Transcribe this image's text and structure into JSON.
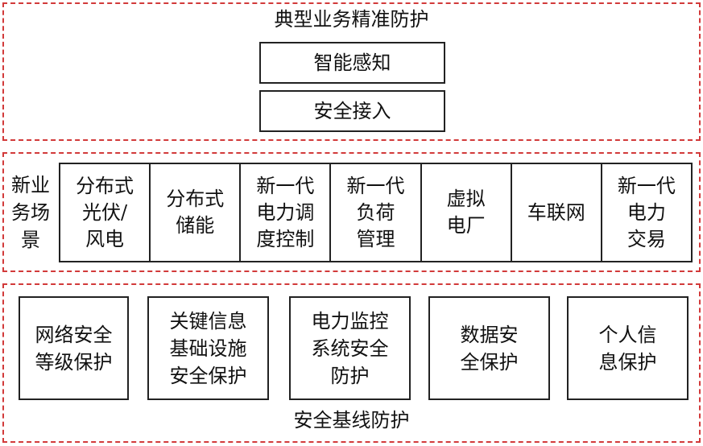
{
  "top": {
    "title": "典型业务精准防护",
    "stack": [
      "智能感知",
      "安全接入"
    ]
  },
  "middle": {
    "label": "新业\n务场\n景",
    "scenarios": [
      "分布式\n光伏/\n风电",
      "分布式\n储能",
      "新一代\n电力调\n度控制",
      "新一代\n负荷\n管理",
      "虚拟\n电厂",
      "车联网",
      "新一代\n电力\n交易"
    ]
  },
  "bottom": {
    "title": "安全基线防护",
    "boxes": [
      "网络安全\n等级保护",
      "关键信息\n基础设施\n安全保护",
      "电力监控\n系统安全\n防护",
      "数据安\n全保护",
      "个人信\n息保护"
    ]
  },
  "colors": {
    "dashed_border": "#d23a3a",
    "box_border": "#222222"
  }
}
